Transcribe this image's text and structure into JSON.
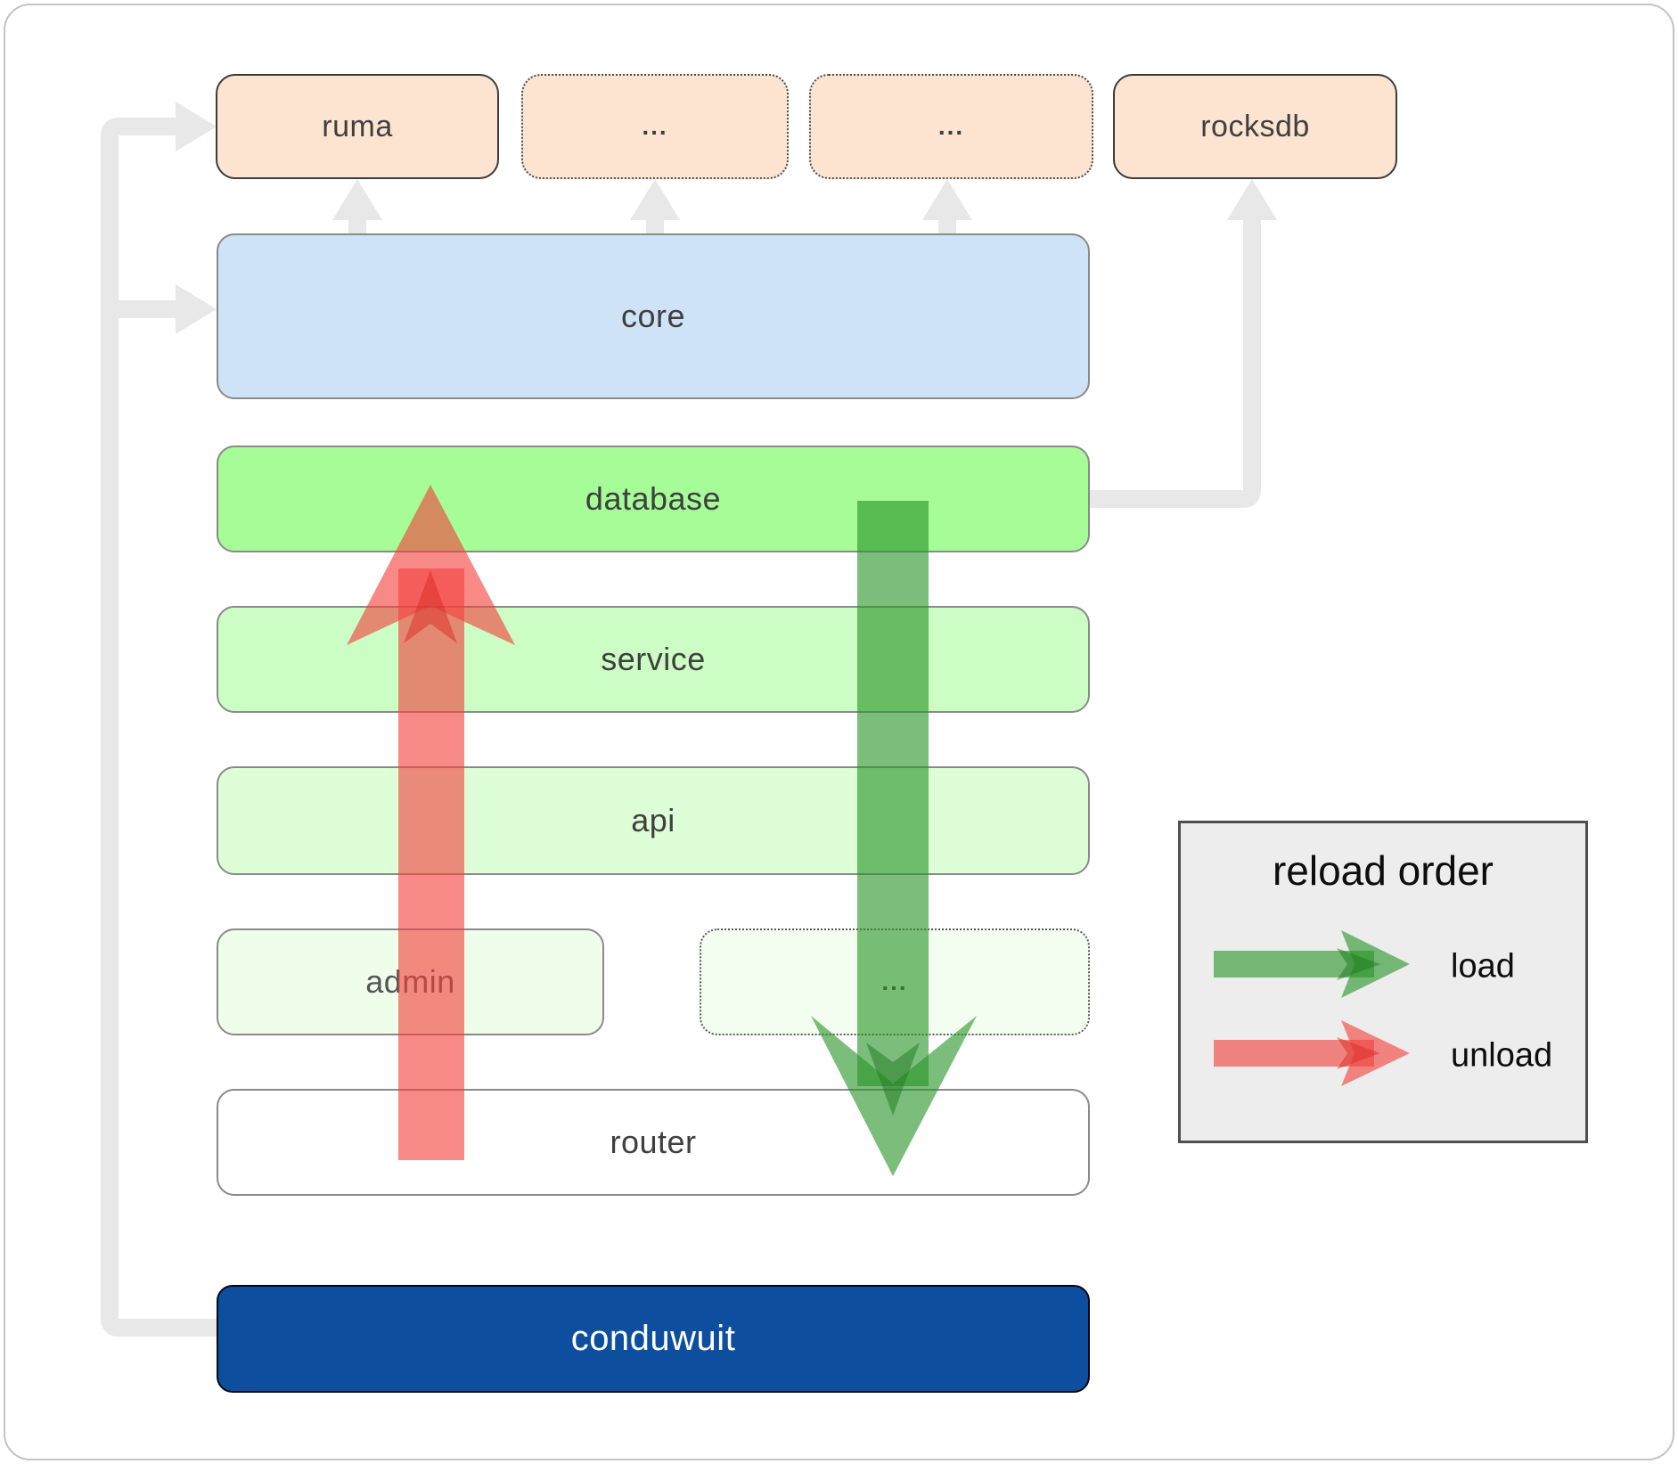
{
  "boxes": {
    "top_row": [
      {
        "label": "ruma",
        "border": "solid"
      },
      {
        "label": "...",
        "border": "dotted"
      },
      {
        "label": "...",
        "border": "dotted"
      },
      {
        "label": "rocksdb",
        "border": "solid"
      }
    ],
    "core": "core",
    "database": "database",
    "service": "service",
    "api": "api",
    "admin": "admin",
    "admin_more": "...",
    "router": "router",
    "conduwuit": "conduwuit"
  },
  "legend": {
    "title": "reload order",
    "load": "load",
    "unload": "unload"
  },
  "colors": {
    "dependency_peach": "#fce4d1",
    "core_blue": "#cfe3f8",
    "database_green": "#a6fc96",
    "service_green": "#ccfdc4",
    "api_green": "#defed7",
    "admin_green": "#effdeb",
    "admin_more_green": "#f3fef0",
    "router_white": "#ffffff",
    "conduwuit_blue": "#0d4f9e",
    "load_arrow_green": "#2a9428",
    "unload_arrow_red": "#f2423e",
    "connector_gray": "#e8e8e8",
    "legend_background": "#ededed"
  }
}
